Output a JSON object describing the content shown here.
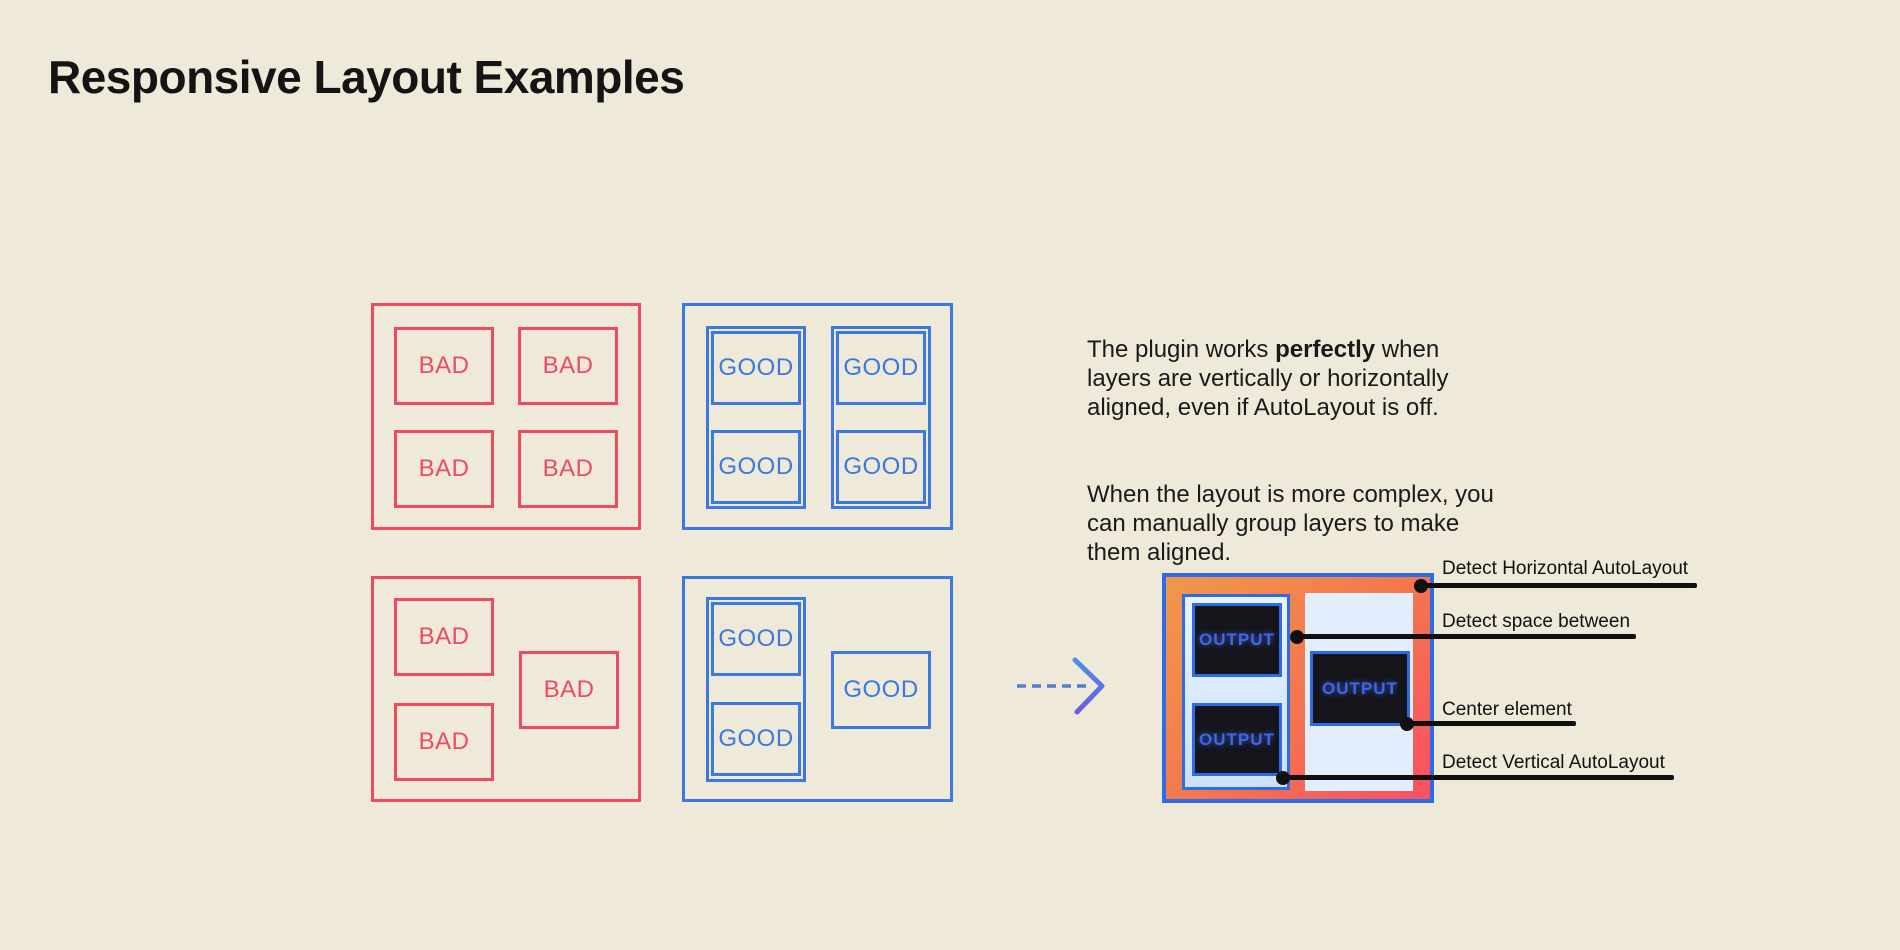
{
  "page": {
    "title": "Responsive Layout Examples"
  },
  "labels": {
    "bad": "BAD",
    "good": "GOOD",
    "output": "OUTPUT"
  },
  "description": {
    "p1_before": "The plugin works ",
    "p1_bold": "perfectly",
    "p1_after": " when\nlayers are vertically or horizontally\naligned, even if AutoLayout is off.",
    "p2": "When the layout is more complex, you\ncan manually group layers to make\nthem aligned."
  },
  "annotations": [
    {
      "label": "Detect Horizontal AutoLayout"
    },
    {
      "label": "Detect space between"
    },
    {
      "label": "Center element"
    },
    {
      "label": "Detect Vertical AutoLayout"
    }
  ],
  "colors": {
    "background": "#efe9da",
    "bad_red": "#ee4a60",
    "good_blue": "#3b79e0",
    "output_border_blue": "#2d6ce6",
    "gradient_start": "#f0984b",
    "gradient_end": "#fa4f62",
    "panel_light_blue": "#e3eefc",
    "dark_box": "#15151b",
    "output_text": "#4066e8",
    "ink": "#111111"
  }
}
